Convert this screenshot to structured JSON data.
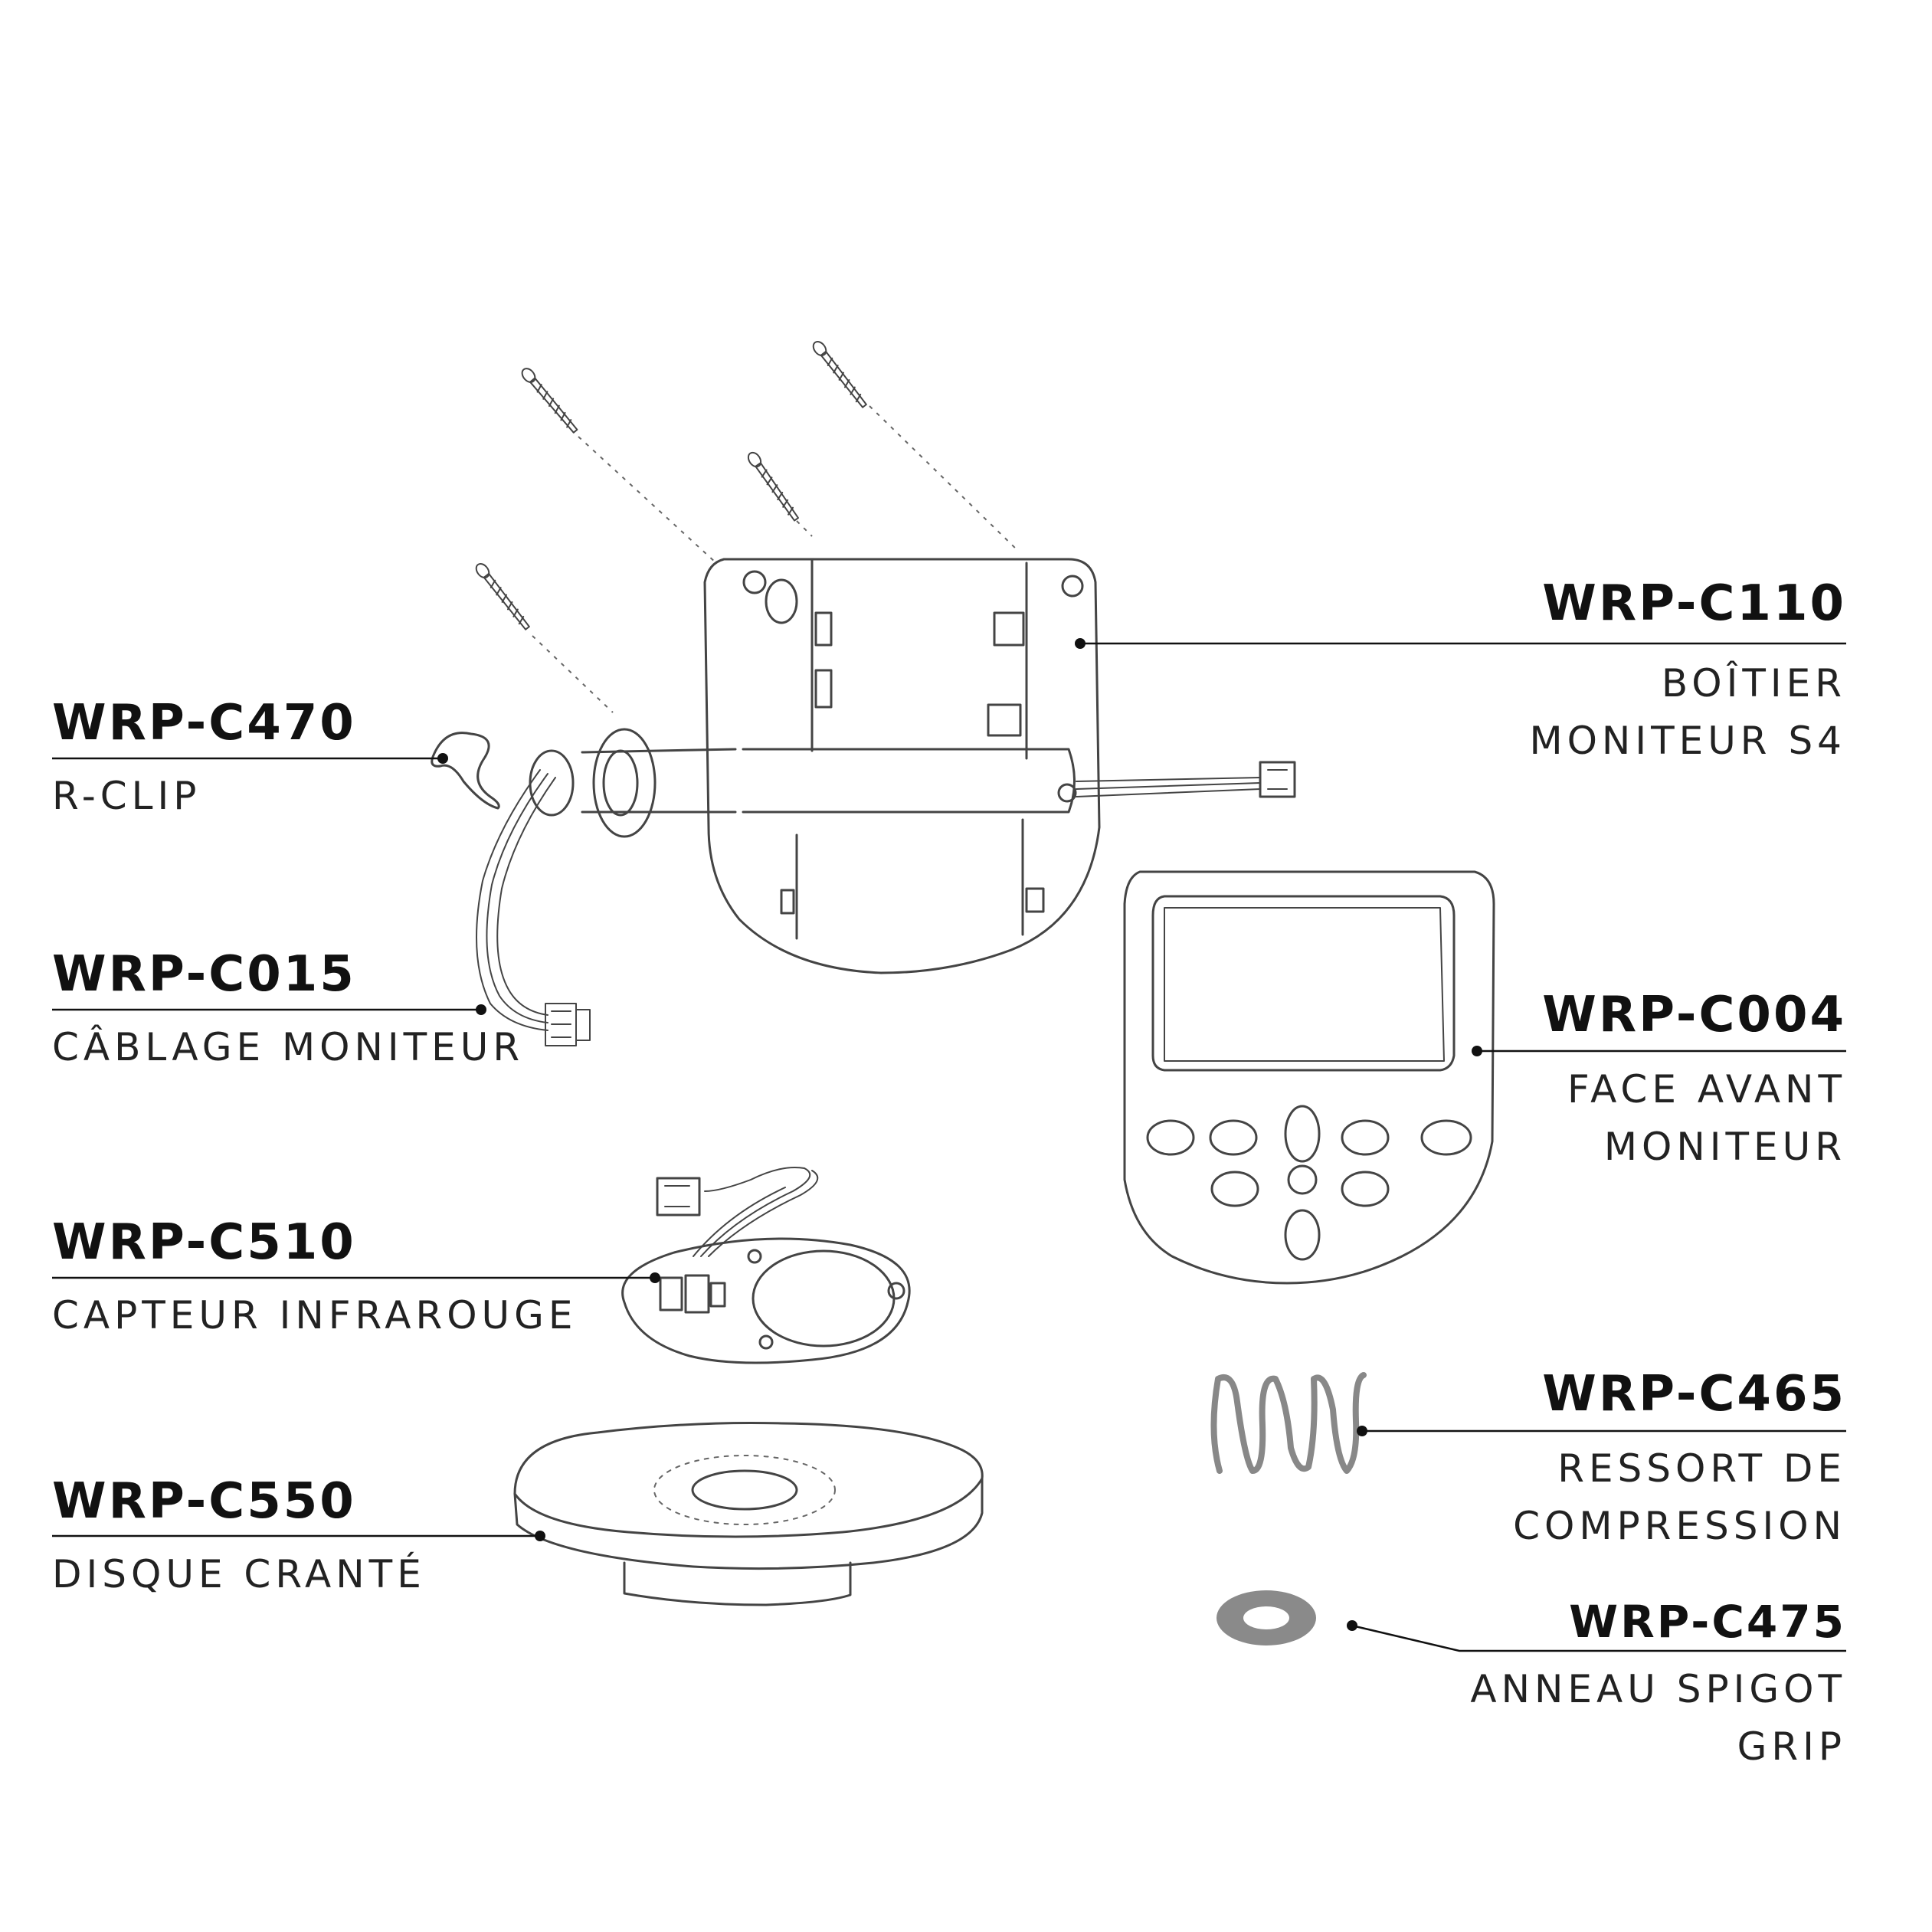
{
  "parts": [
    {
      "code": "WRP-C110",
      "desc": [
        "BOÎTIER",
        "MONITEUR S4"
      ]
    },
    {
      "code": "WRP-C470",
      "desc": [
        "R-CLIP"
      ]
    },
    {
      "code": "WRP-C015",
      "desc": [
        "CÂBLAGE MONITEUR"
      ]
    },
    {
      "code": "WRP-C004",
      "desc": [
        "FACE AVANT",
        "MONITEUR"
      ]
    },
    {
      "code": "WRP-C510",
      "desc": [
        "CAPTEUR INFRAROUGE"
      ]
    },
    {
      "code": "WRP-C465",
      "desc": [
        "RESSORT DE",
        "COMPRESSION"
      ]
    },
    {
      "code": "WRP-C550",
      "desc": [
        "DISQUE CRANTÉ"
      ]
    },
    {
      "code": "WRP-C475",
      "desc": [
        "ANNEAU SPIGOT",
        "GRIP"
      ]
    }
  ]
}
